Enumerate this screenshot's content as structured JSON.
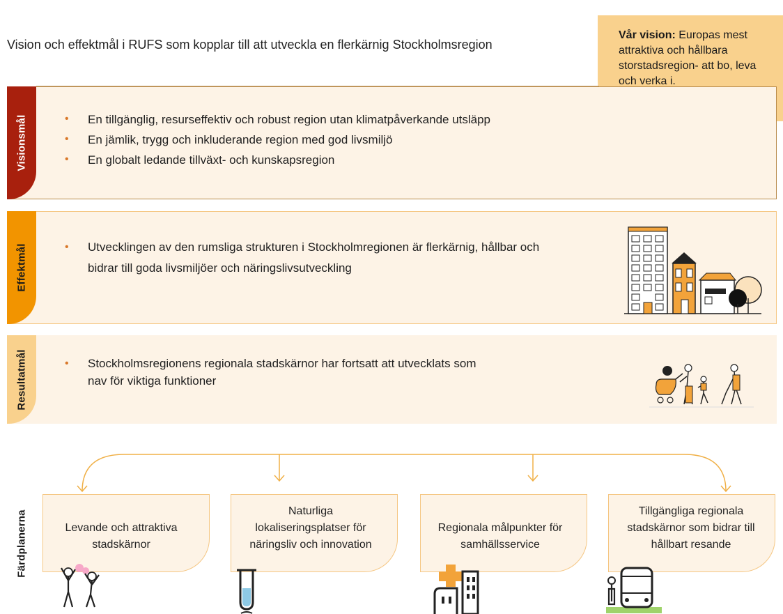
{
  "title": "Vision och effektmål i RUFS som kopplar till att utveckla en flerkärnig Stockholmsregion",
  "vision": {
    "label": "Vår vision:",
    "text": " Europas mest attraktiva och hållbara storstadsregion- att bo, leva och verka i."
  },
  "sections": {
    "visionsmal": {
      "label": "Visionsmål",
      "bullets": [
        "En tillgänglig, resurseffektiv och robust region utan klimatpåverkande utsläpp",
        "En jämlik, trygg och inkluderande region med god livsmiljö",
        "En globalt ledande tillväxt- och kunskapsregion"
      ]
    },
    "effektmal": {
      "label": "Effektmål",
      "bullets": [
        "Utvecklingen av den rumsliga strukturen i Stockholmregionen är flerkärnig, hållbar och bidrar till goda livsmiljöer och näringslivsutveckling"
      ]
    },
    "resultatmal": {
      "label": "Resultatmål",
      "bullets": [
        "Stockholmsregionens regionala stadskärnor har fortsatt att utvecklats som nav för viktiga funktioner"
      ]
    }
  },
  "fardplanerna": {
    "label": "Färdplanerna",
    "cards": [
      {
        "text": "Levande och attraktiva stadskärnor",
        "icon": "people-celebrating-icon"
      },
      {
        "text": "Naturliga lokaliseringsplatser för näringsliv och innovation",
        "icon": "test-tube-icon"
      },
      {
        "text": "Regionala målpunkter för samhällsservice",
        "icon": "hospital-buildings-icon"
      },
      {
        "text": "Tillgängliga regionala stadskärnor som bidrar till hållbart resande",
        "icon": "bus-stop-icon"
      }
    ]
  },
  "colors": {
    "visionsmal_tab": "#a8200d",
    "effektmal_tab": "#f29400",
    "resultatmal_tab": "#f9d18d",
    "panel_bg": "#fdf3e6",
    "bullet": "#d9782a",
    "vision_box": "#f9d18d",
    "connector": "#f0b047"
  }
}
